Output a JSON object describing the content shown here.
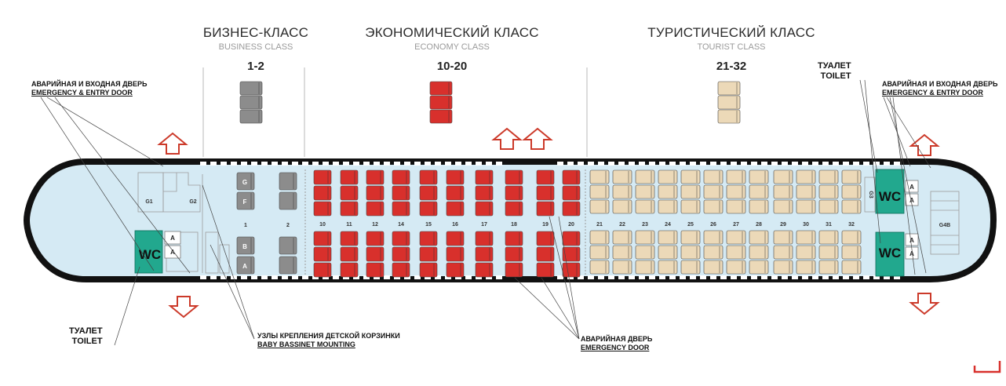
{
  "classes": [
    {
      "id": "business",
      "name_ru": "БИЗНЕС-КЛАСС",
      "name_en": "BUSINESS CLASS",
      "rows_label": "1-2",
      "color": "#8c8c8c"
    },
    {
      "id": "economy",
      "name_ru": "ЭКОНОМИЧЕСКИЙ КЛАСС",
      "name_en": "ECONOMY CLASS",
      "rows_label": "10-20",
      "color": "#d8302c"
    },
    {
      "id": "tourist",
      "name_ru": "ТУРИСТИЧЕСКИЙ КЛАСС",
      "name_en": "TOURIST CLASS",
      "rows_label": "21-32",
      "color": "#ecd9b8"
    }
  ],
  "business_rows": [
    "1",
    "2"
  ],
  "business_seat_letters_upper": [
    "G",
    "F"
  ],
  "business_seat_letters_lower": [
    "B",
    "A"
  ],
  "economy_rows": [
    "10",
    "11",
    "12",
    "14",
    "15",
    "16",
    "17",
    "18",
    "19",
    "20"
  ],
  "tourist_rows": [
    "21",
    "22",
    "23",
    "24",
    "25",
    "26",
    "27",
    "28",
    "29",
    "30",
    "31",
    "32"
  ],
  "galleys": [
    "G1",
    "G2",
    "G3",
    "G4B"
  ],
  "toilet_label": "WC",
  "toilet_seat_letter": "A",
  "labels": {
    "door_front_ru": "АВАРИЙНАЯ И ВХОДНАЯ ДВЕРЬ",
    "door_front_en": "EMERGENCY & ENTRY DOOR",
    "door_rear_ru": "АВАРИЙНАЯ И ВХОДНАЯ ДВЕРЬ",
    "door_rear_en": "EMERGENCY & ENTRY DOOR",
    "toilet_front_ru": "ТУАЛЕТ",
    "toilet_front_en": "TOILET",
    "toilet_rear_ru": "ТУАЛЕТ",
    "toilet_rear_en": "TOILET",
    "bassinet_ru": "УЗЛЫ КРЕПЛЕНИЯ ДЕТСКОЙ КОРЗИНКИ",
    "bassinet_en": "BABY BASSINET MOUNTING",
    "emergency_ru": "АВАРИЙНАЯ ДВЕРЬ",
    "emergency_en": "EMERGENCY DOOR"
  },
  "colors": {
    "cabin": "#d5eaf4",
    "hull": "#111111",
    "toilet": "#22a88e",
    "arrow": "#cc3a2a",
    "business_seat": "#8c8c8c",
    "economy_seat": "#d8302c",
    "tourist_seat": "#ecd9b8"
  }
}
